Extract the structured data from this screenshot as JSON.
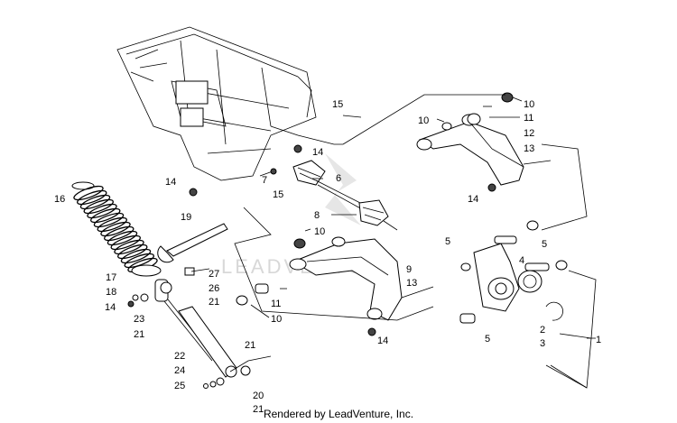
{
  "watermark": "LEADVENTURE",
  "footer": "Rendered by LeadVenture, Inc.",
  "callouts": {
    "c1": "1",
    "c2": "2",
    "c3": "3",
    "c4": "4",
    "c5a": "5",
    "c5b": "5",
    "c5c": "5",
    "c6": "6",
    "c7": "7",
    "c8": "8",
    "c9": "9",
    "c10a": "10",
    "c10b": "10",
    "c10c": "10",
    "c10d": "10",
    "c11a": "11",
    "c11b": "11",
    "c12": "12",
    "c13a": "13",
    "c13b": "13",
    "c14a": "14",
    "c14b": "14",
    "c14c": "14",
    "c14d": "14",
    "c14e": "14",
    "c15a": "15",
    "c15b": "15",
    "c16": "16",
    "c17": "17",
    "c18": "18",
    "c19": "19",
    "c20": "20",
    "c21a": "21",
    "c21b": "21",
    "c21c": "21",
    "c21d": "21",
    "c22": "22",
    "c23": "23",
    "c24": "24",
    "c25": "25",
    "c26": "26",
    "c27": "27"
  }
}
